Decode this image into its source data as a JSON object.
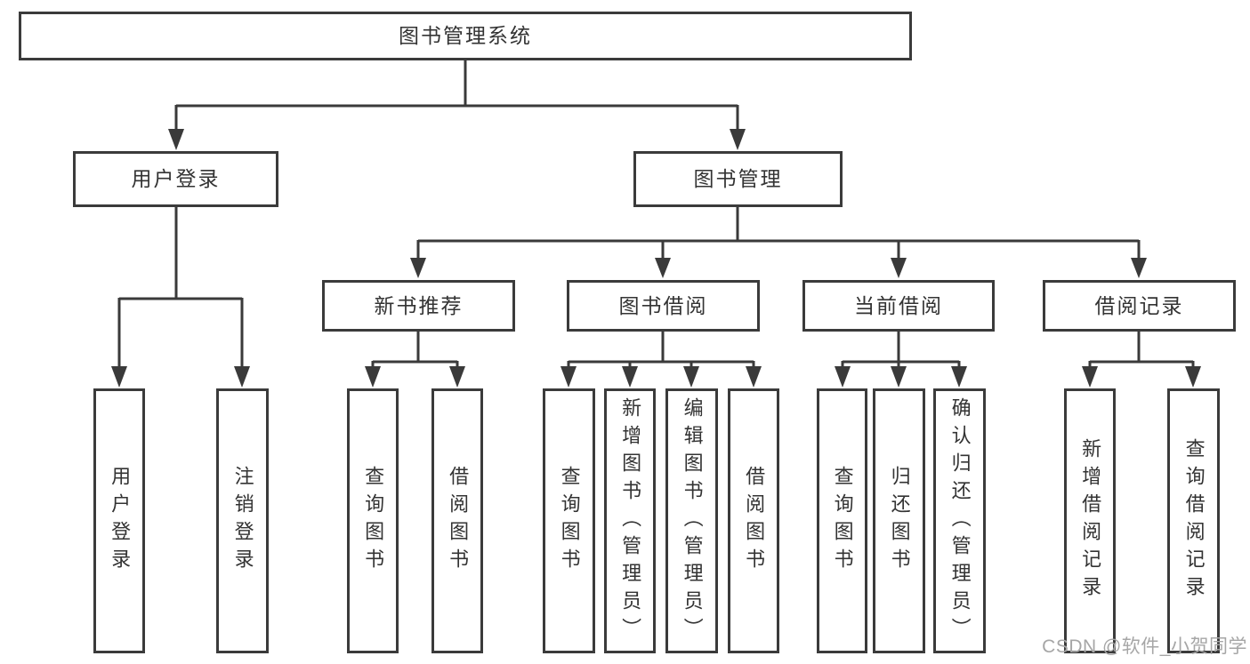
{
  "diagram": {
    "root": {
      "label": "图书管理系统"
    },
    "level1": [
      {
        "label": "用户登录"
      },
      {
        "label": "图书管理"
      }
    ],
    "level2": [
      {
        "label": "新书推荐"
      },
      {
        "label": "图书借阅"
      },
      {
        "label": "当前借阅"
      },
      {
        "label": "借阅记录"
      }
    ],
    "leaves": [
      {
        "label": "用户登录"
      },
      {
        "label": "注销登录"
      },
      {
        "label": "查询图书"
      },
      {
        "label": "借阅图书"
      },
      {
        "label": "查询图书"
      },
      {
        "label": "新增图书（管理员）"
      },
      {
        "label": "编辑图书（管理员）"
      },
      {
        "label": "借阅图书"
      },
      {
        "label": "查询图书"
      },
      {
        "label": "归还图书"
      },
      {
        "label": "确认归还（管理员）"
      },
      {
        "label": "新增借阅记录"
      },
      {
        "label": "查询借阅记录"
      }
    ]
  },
  "watermark": "CSDN @软件_小贺同学",
  "colors": {
    "line": "#3a3a3a",
    "border": "#3b3b3b",
    "text": "#333333",
    "watermark": "#a6a6a6",
    "background": "#ffffff"
  }
}
